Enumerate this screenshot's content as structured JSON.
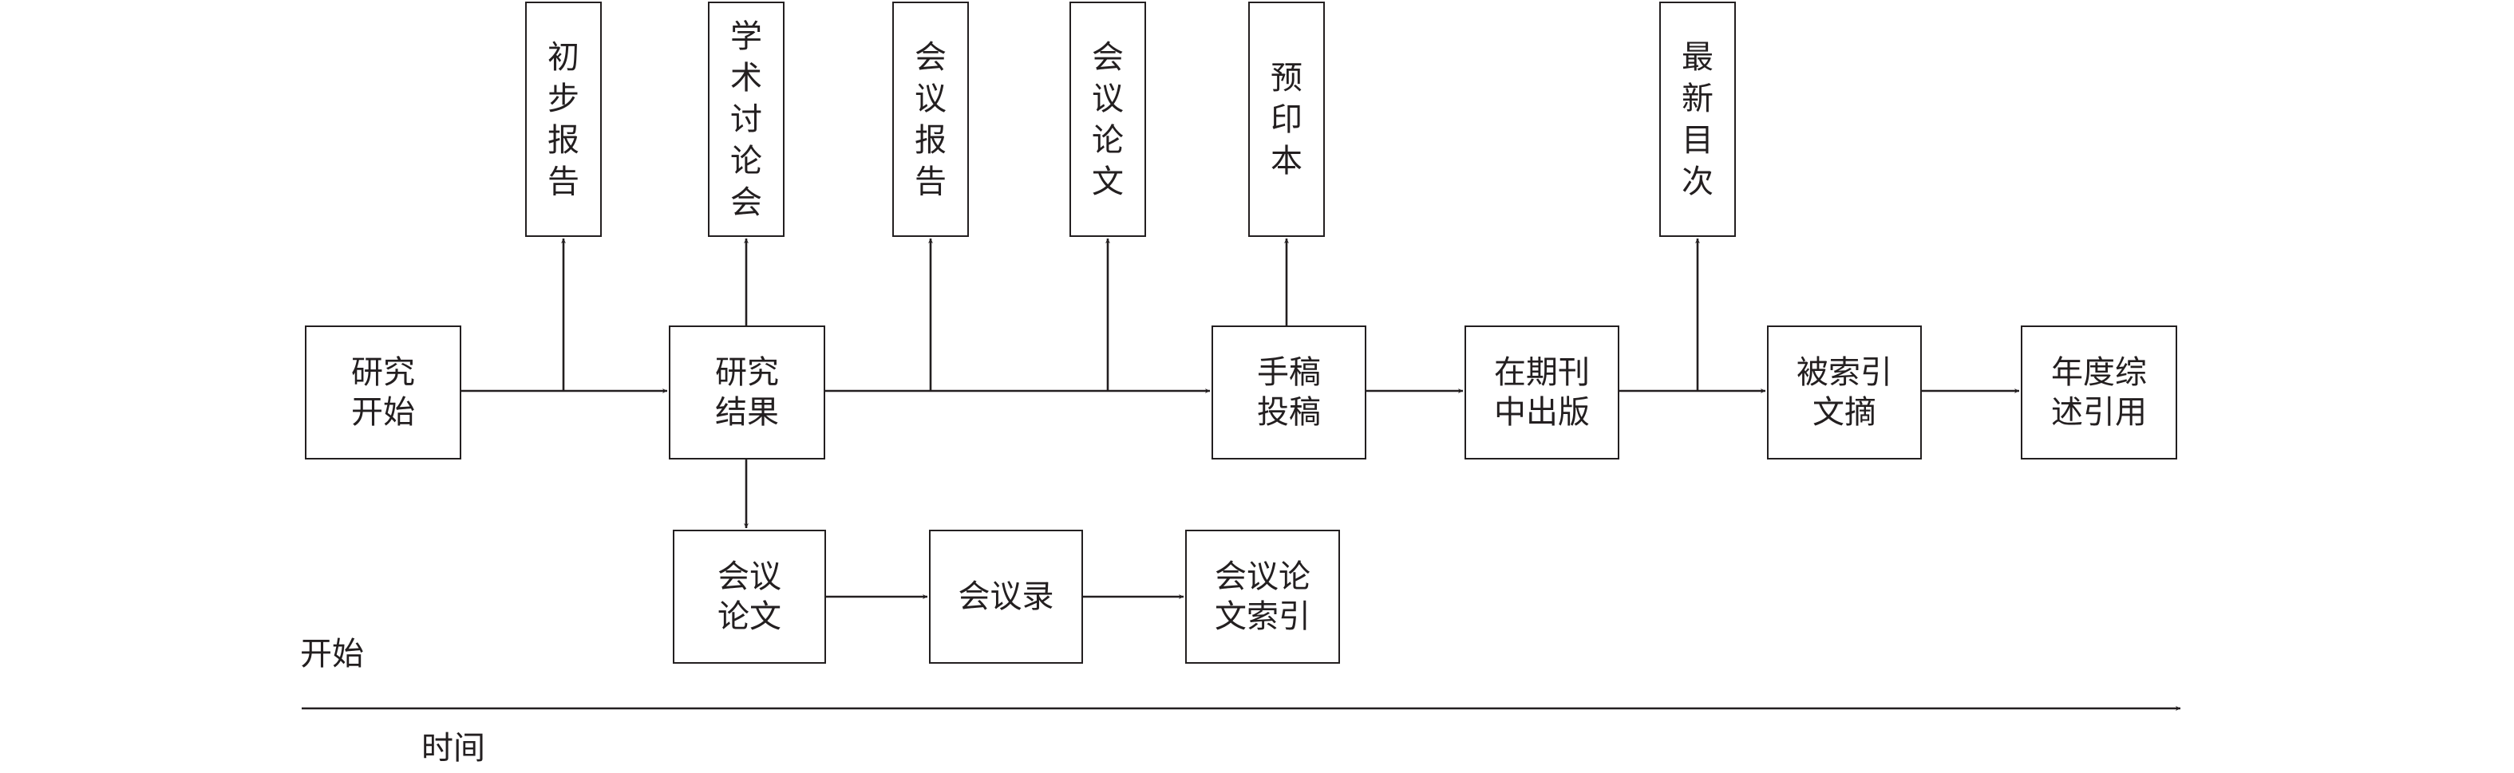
{
  "main_flow": [
    {
      "id": "research-start",
      "label": [
        "研究",
        "开始"
      ]
    },
    {
      "id": "research-results",
      "label": [
        "研究",
        "结果"
      ]
    },
    {
      "id": "manuscript",
      "label": [
        "手稿",
        "投稿"
      ]
    },
    {
      "id": "published",
      "label": [
        "在期刊",
        "中出版"
      ]
    },
    {
      "id": "indexed",
      "label": [
        "被索引",
        "文摘"
      ]
    },
    {
      "id": "annual-review",
      "label": [
        "年度综",
        "述引用"
      ]
    }
  ],
  "outputs": [
    {
      "id": "preliminary-report",
      "text": "初步报告"
    },
    {
      "id": "academic-seminar",
      "text": "学术讨论会"
    },
    {
      "id": "conference-report",
      "text": "会议报告"
    },
    {
      "id": "conference-paper-top",
      "text": "会议论文"
    },
    {
      "id": "preprint",
      "text": "预印本"
    },
    {
      "id": "latest-contents",
      "text": "最新目次"
    }
  ],
  "lower_flow": [
    {
      "id": "conference-paper",
      "label": [
        "会议",
        "论文"
      ]
    },
    {
      "id": "proceedings",
      "label": [
        "会议录"
      ]
    },
    {
      "id": "conference-index",
      "label": [
        "会议论",
        "文索引"
      ]
    }
  ],
  "timeline": {
    "start_label": "开始",
    "axis_label": "时间"
  },
  "colors": {
    "line": "#231f20",
    "background": "#ffffff"
  }
}
